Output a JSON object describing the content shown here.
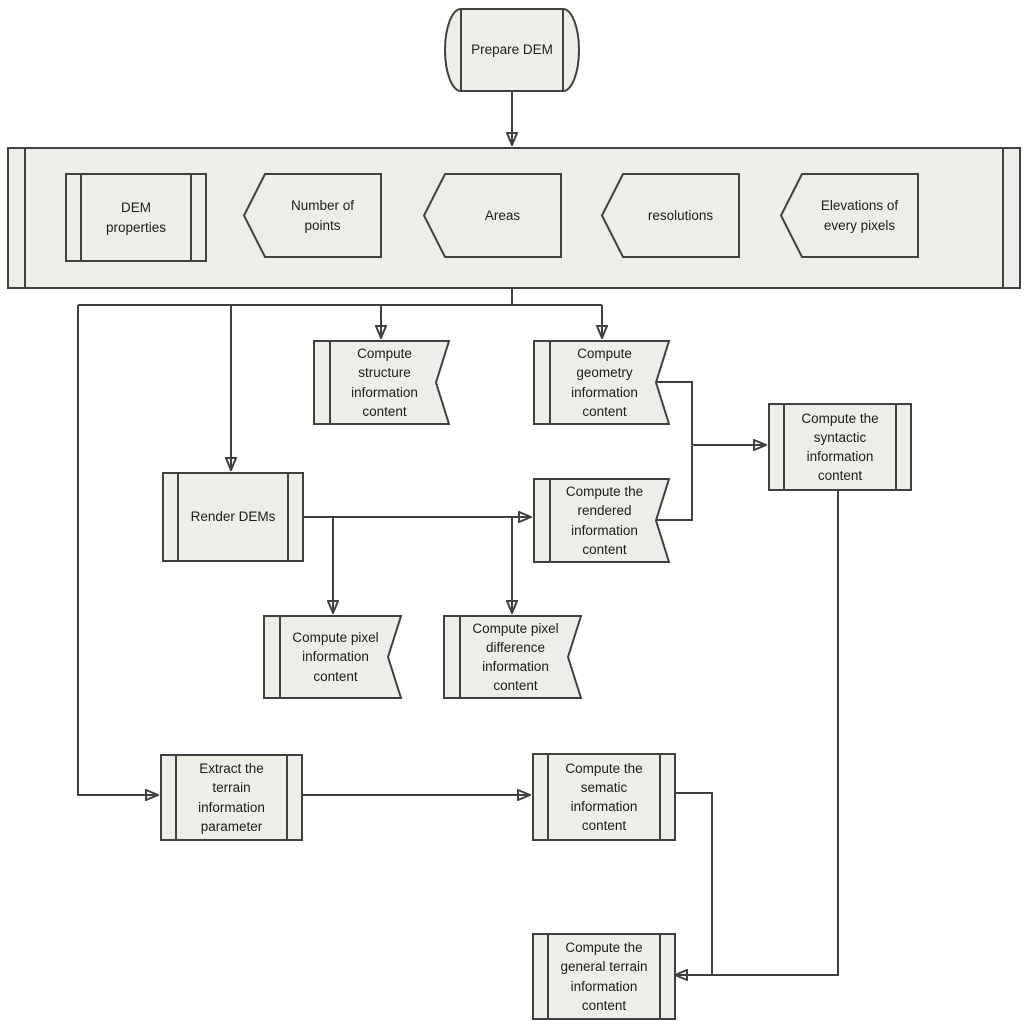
{
  "colors": {
    "fill": "#edeee8",
    "stroke": "#404040",
    "text": "#1c1c1c",
    "background": "#ffffff"
  },
  "nodes": {
    "prepare_dem": "Prepare DEM",
    "dem_properties": "DEM\nproperties",
    "number_of_points": "Number of\npoints",
    "areas": "Areas",
    "resolutions": "resolutions",
    "elevations": "Elevations of\nevery pixels",
    "compute_structure": "Compute\nstructure\ninformation\ncontent",
    "compute_geometry": "Compute\ngeometry\ninformation\ncontent",
    "render_dems": "Render DEMs",
    "compute_rendered": "Compute the\nrendered\ninformation\ncontent",
    "compute_syntactic": "Compute the\nsyntactic\ninformation\ncontent",
    "compute_pixel": "Compute pixel\ninformation\ncontent",
    "compute_pixel_difference": "Compute pixel\ndifference\ninformation\ncontent",
    "extract_terrain": "Extract the\nterrain\ninformation\nparameter",
    "compute_sematic": "Compute the\nsematic\ninformation\ncontent",
    "compute_general": "Compute the\ngeneral terrain\ninformation\ncontent"
  }
}
